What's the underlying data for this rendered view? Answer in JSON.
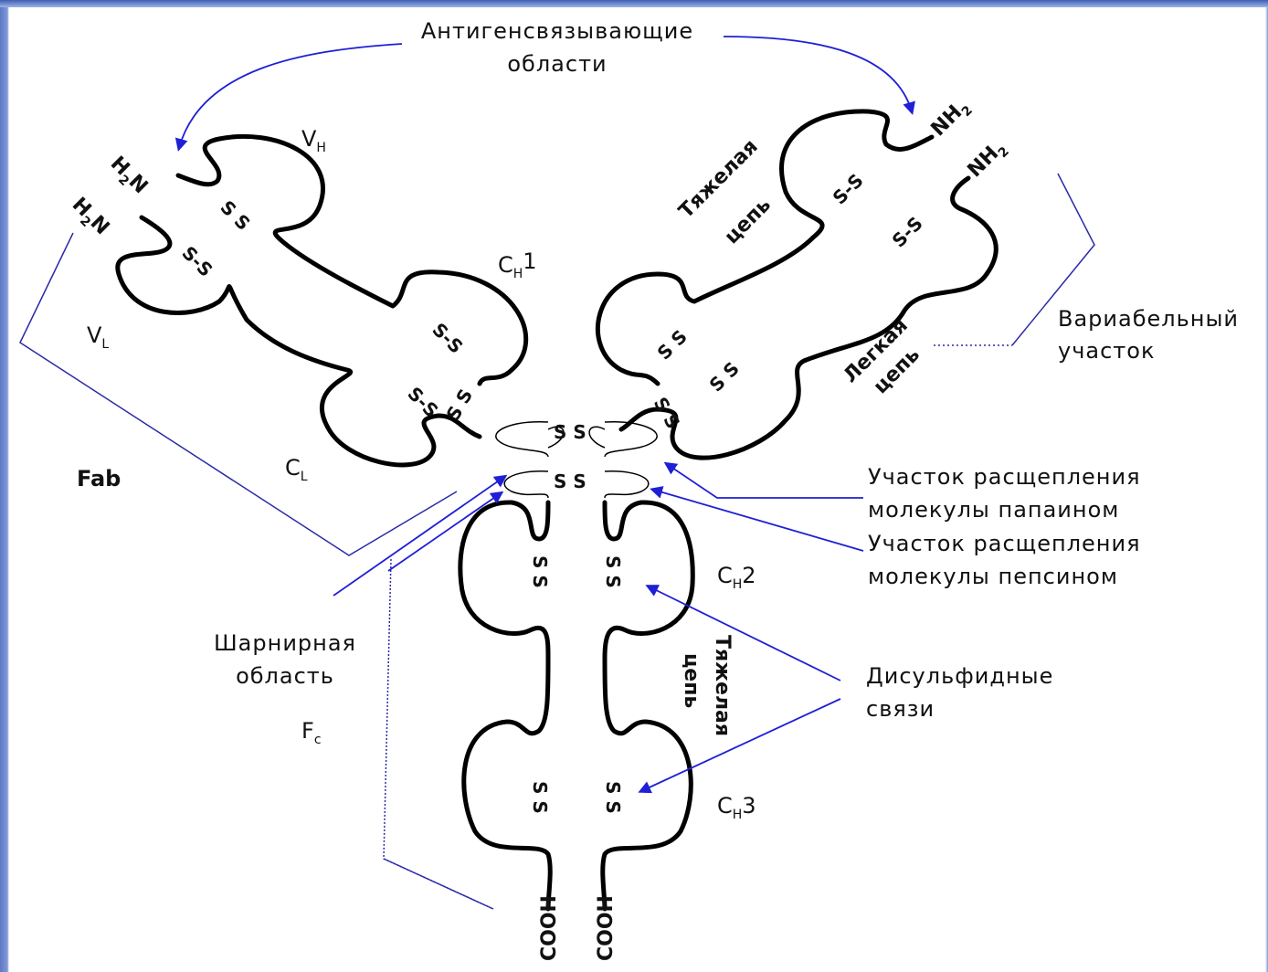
{
  "labels": {
    "antigen_binding": [
      "Антигенсвязывающие",
      "области"
    ],
    "variable_region": [
      "Вариабельный",
      "участок"
    ],
    "papain_site": [
      "Участок расщепления",
      "молекулы папаином"
    ],
    "pepsin_site": [
      "Участок расщепления",
      "молекулы пепсином"
    ],
    "disulfide_bonds": [
      "Дисульфидные",
      "связи"
    ],
    "hinge_region": [
      "Шарнирная",
      "область"
    ],
    "fab": "Fab",
    "fc_main": "F",
    "fc_sub": "c"
  },
  "chains": {
    "heavy_top": [
      "Тяжелая",
      "цепь"
    ],
    "light_top": [
      "Легкая",
      "цепь"
    ],
    "heavy_bottom": [
      "Тяжелая",
      "цепь"
    ]
  },
  "termini": {
    "h2n_main": "H",
    "h2n_sub": "2",
    "h2n_tail": "N",
    "nh2_main": "NH",
    "nh2_sub": "2",
    "cooh": "COOH"
  },
  "domains": {
    "vh_main": "V",
    "vh_sub": "H",
    "vl_main": "V",
    "vl_sub": "L",
    "ch1_main": "C",
    "ch1_sub": "H",
    "ch1_tail": "1",
    "cl_main": "C",
    "cl_sub": "L",
    "ch2_main": "C",
    "ch2_sub": "H",
    "ch2_tail": "2",
    "ch3_main": "C",
    "ch3_sub": "H",
    "ch3_tail": "3"
  },
  "bonds": {
    "ss_dash": "S-S",
    "ss_space": "S S",
    "s": "S"
  },
  "colors": {
    "arrow": "#1f1fd6",
    "line": "#2a2aa8",
    "chain": "#000000",
    "frame": "#3f5fb4"
  }
}
